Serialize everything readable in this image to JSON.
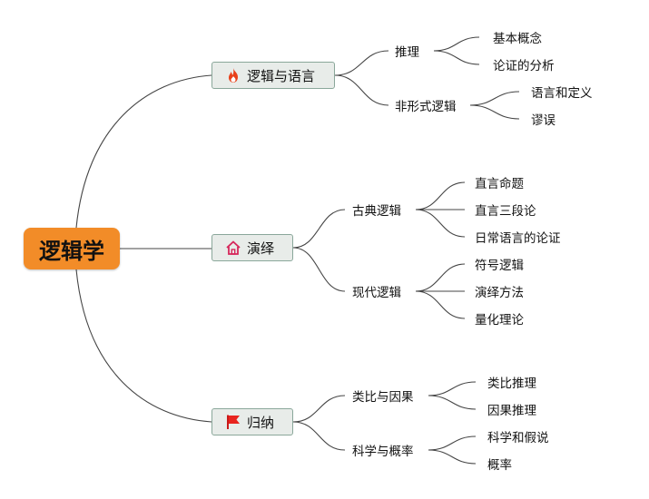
{
  "root": {
    "label": "逻辑学"
  },
  "branches": [
    {
      "label": "逻辑与语言",
      "icon": "fire-icon",
      "children": [
        {
          "label": "推理",
          "leaves": [
            "基本概念",
            "论证的分析"
          ]
        },
        {
          "label": "非形式逻辑",
          "leaves": [
            "语言和定义",
            "谬误"
          ]
        }
      ]
    },
    {
      "label": "演绎",
      "icon": "home-icon",
      "children": [
        {
          "label": "古典逻辑",
          "leaves": [
            "直言命题",
            "直言三段论",
            "日常语言的论证"
          ]
        },
        {
          "label": "现代逻辑",
          "leaves": [
            "符号逻辑",
            "演绎方法",
            "量化理论"
          ]
        }
      ]
    },
    {
      "label": "归纳",
      "icon": "flag-icon",
      "children": [
        {
          "label": "类比与因果",
          "leaves": [
            "类比推理",
            "因果推理"
          ]
        },
        {
          "label": "科学与概率",
          "leaves": [
            "科学和假说",
            "概率"
          ]
        }
      ]
    }
  ],
  "colors": {
    "root_fill": "#f28c28",
    "branch_fill": "#e8ece9",
    "branch_border": "#8aa79a",
    "line": "#444444"
  }
}
